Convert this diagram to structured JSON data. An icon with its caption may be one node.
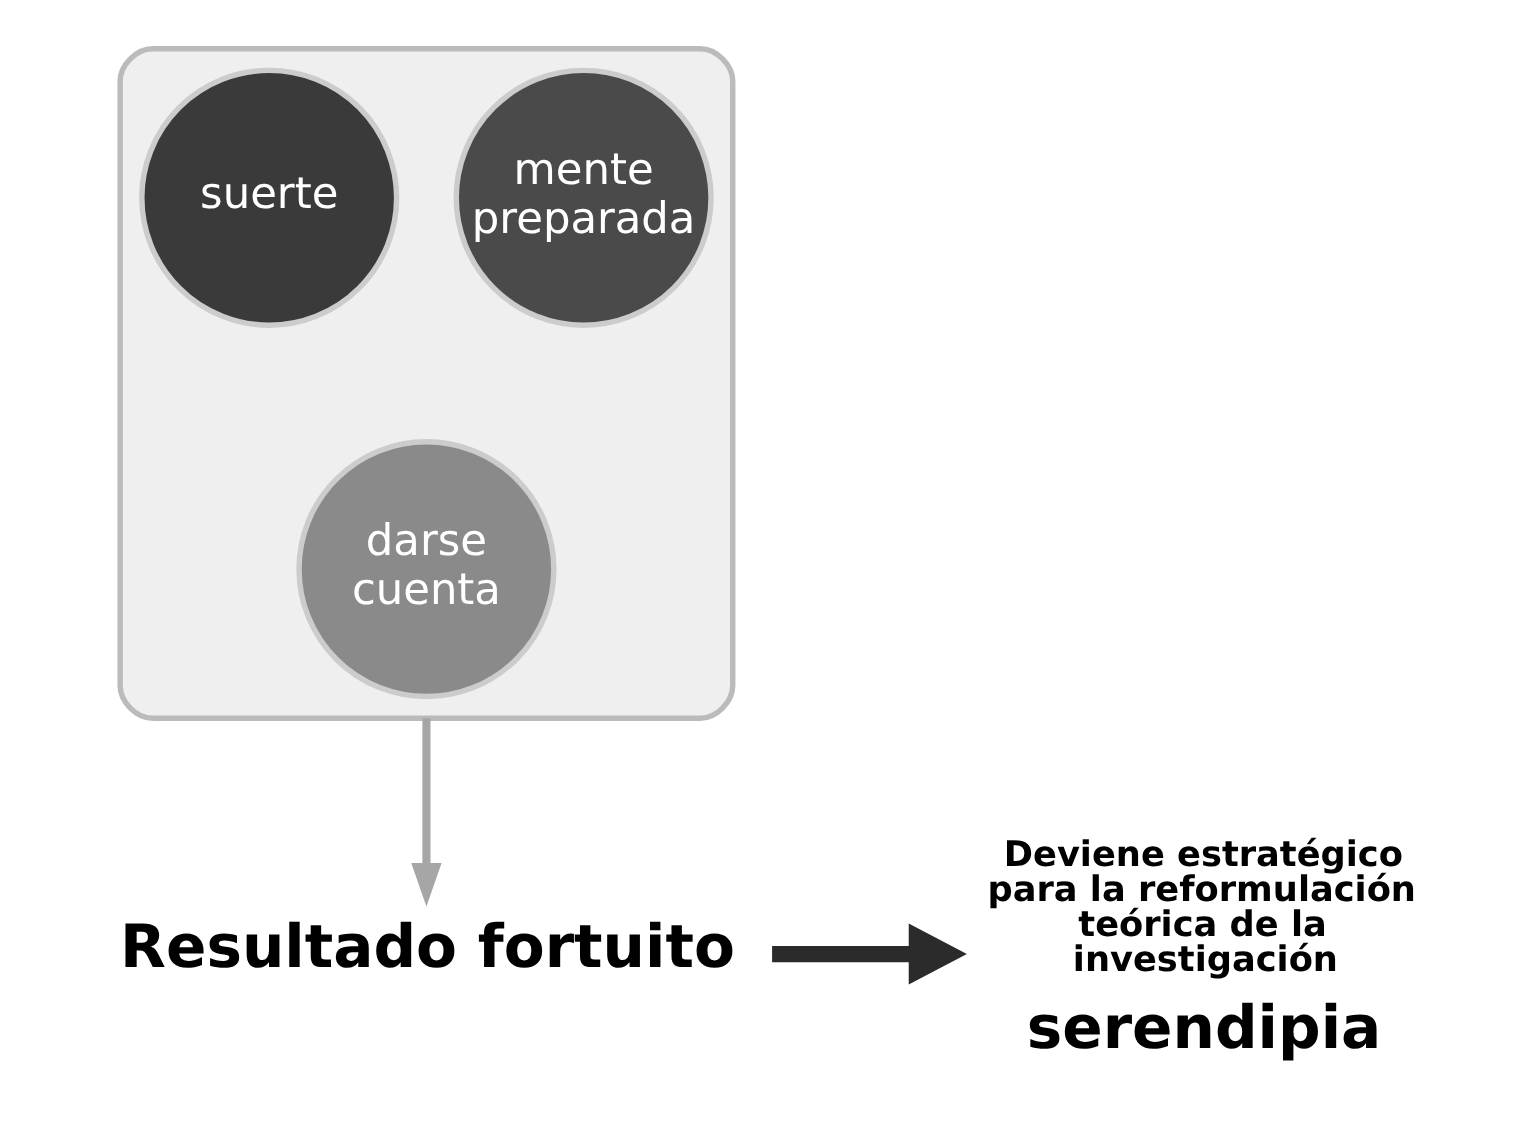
{
  "diagram": {
    "nodes": [
      {
        "text": [],
        "shape": "funnel"
      },
      {
        "text": [
          "mente preparada"
        ],
        "in": 0
      },
      {
        "text": [
          "suerte"
        ],
        "in": 0
      },
      {
        "text": [
          "darse cuenta"
        ],
        "in": 0
      },
      {
        "text": [
          "Resultado fortuito"
        ]
      },
      {
        "text": [
          "serendipia"
        ],
        "beside": [
          "Deviene estratégico para la reformulación teórica de la investigación"
        ]
      }
    ],
    "edges": [
      {
        "from": 0,
        "to": 4,
        "arrow": "to",
        "color": "#a6a6a6"
      },
      {
        "from": 4,
        "to": 5,
        "arrow": "to",
        "style": "thick",
        "color": "#2b2b2b"
      }
    ]
  }
}
